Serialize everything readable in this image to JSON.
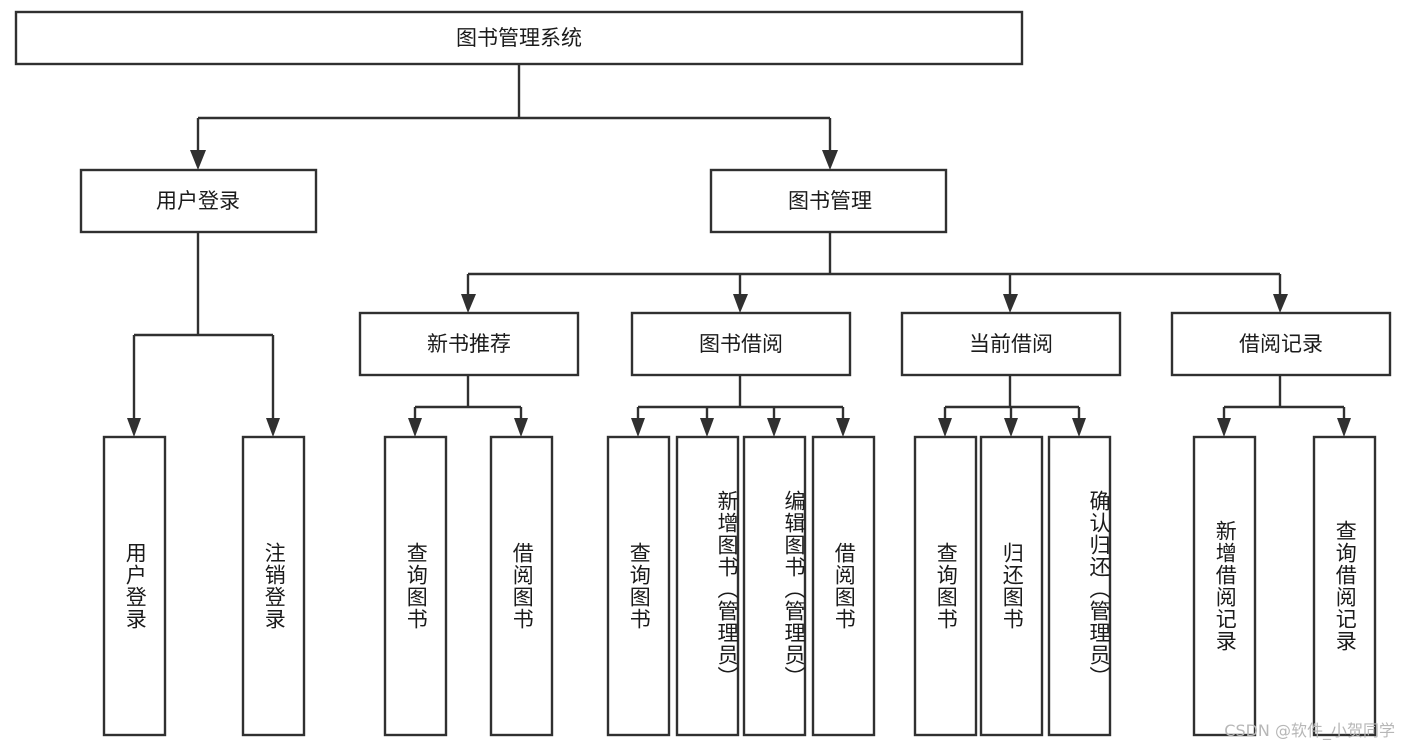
{
  "diagram": {
    "title": "图书管理系统",
    "type": "hierarchy-tree",
    "root": {
      "id": "root",
      "label": "图书管理系统"
    },
    "level2": [
      {
        "id": "user-login",
        "label": "用户登录"
      },
      {
        "id": "book-manage",
        "label": "图书管理"
      }
    ],
    "level3": [
      {
        "id": "new-book-recommend",
        "label": "新书推荐",
        "parent": "book-manage"
      },
      {
        "id": "book-borrow",
        "label": "图书借阅",
        "parent": "book-manage"
      },
      {
        "id": "current-borrow",
        "label": "当前借阅",
        "parent": "book-manage"
      },
      {
        "id": "borrow-record",
        "label": "借阅记录",
        "parent": "book-manage"
      }
    ],
    "leaves": [
      {
        "id": "leaf-user-login",
        "label": "用户登录",
        "parent": "user-login"
      },
      {
        "id": "leaf-user-logout",
        "label": "注销登录",
        "parent": "user-login"
      },
      {
        "id": "leaf-query-book-1",
        "label": "查询图书",
        "parent": "new-book-recommend"
      },
      {
        "id": "leaf-borrow-book-1",
        "label": "借阅图书",
        "parent": "new-book-recommend"
      },
      {
        "id": "leaf-query-book-2",
        "label": "查询图书",
        "parent": "book-borrow"
      },
      {
        "id": "leaf-add-book",
        "label": "新增图书（管理员）",
        "parent": "book-borrow"
      },
      {
        "id": "leaf-edit-book",
        "label": "编辑图书（管理员）",
        "parent": "book-borrow"
      },
      {
        "id": "leaf-borrow-book-2",
        "label": "借阅图书",
        "parent": "book-borrow"
      },
      {
        "id": "leaf-query-book-3",
        "label": "查询图书",
        "parent": "current-borrow"
      },
      {
        "id": "leaf-return-book",
        "label": "归还图书",
        "parent": "current-borrow"
      },
      {
        "id": "leaf-confirm-return",
        "label": "确认归还（管理员）",
        "parent": "current-borrow"
      },
      {
        "id": "leaf-add-record",
        "label": "新增借阅记录",
        "parent": "borrow-record"
      },
      {
        "id": "leaf-query-record",
        "label": "查询借阅记录",
        "parent": "borrow-record"
      }
    ],
    "watermark": "CSDN @软件_小贺同学",
    "colors": {
      "stroke": "#303030",
      "fill": "#ffffff",
      "text": "#1b1b1b",
      "watermark": "#b7b7b7"
    }
  }
}
